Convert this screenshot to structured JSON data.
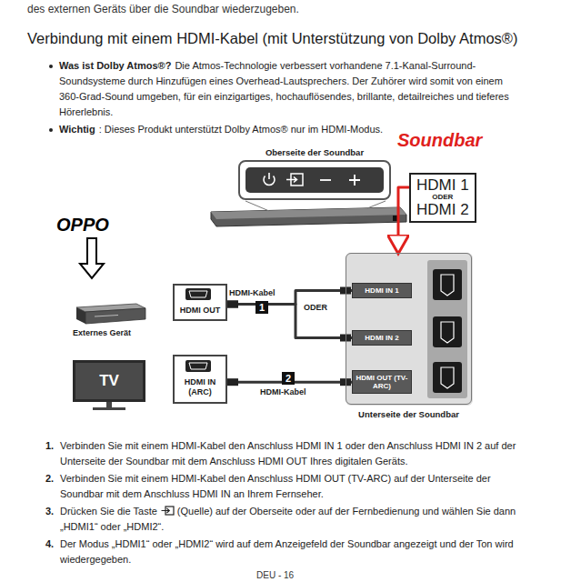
{
  "diagram": {
    "title": "Verbindung mit einem HDMI-Kabel (mit Unterstützung von Dolby Atmos®)",
    "nodes": [
      {
        "text": [
          "Oberseite der Soundbar"
        ]
      },
      {
        "text": [
          "HDMI 1",
          "ODER",
          "HDMI 2"
        ]
      },
      {
        "text": [
          "HDMI OUT"
        ]
      },
      {
        "text": [
          "Unterseite der Soundbar"
        ]
      },
      {
        "text": [
          "HDMI IN 1"
        ],
        "in": 3
      },
      {
        "text": [
          "HDMI IN 2"
        ],
        "in": 3
      },
      {
        "text": [
          "HDMI OUT (TV-ARC)"
        ],
        "in": 3
      },
      {
        "text": [
          "TV"
        ]
      },
      {
        "text": [
          "HDMI IN (ARC)"
        ]
      }
    ],
    "edges": [
      {
        "from": 2,
        "to": 4,
        "label": "HDMI-Kabel",
        "arrow": "none"
      },
      {
        "from": 2,
        "to": 5,
        "arrow": "none"
      },
      {
        "from": 8,
        "to": 6,
        "label": "HDMI-Kabel",
        "arrow": "none"
      },
      {
        "from": 1,
        "to": 3,
        "arrow": "to"
      }
    ],
    "labels": [
      "des externen Geräts über die Soundbar wiederzugeben.",
      "Was ist Dolby Atmos®?",
      "Die Atmos-Technologie verbessert vorhandene 7.1-Kanal-Surround-Soundsysteme durch Hinzufügen eines Overhead-Lautsprechers. Der Zuhörer wird somit von einem 360-Grad-Sound umgeben, für ein einzigartiges, hochauflösendes, brillante, detailreiches und tieferes Hörerlebnis.",
      "Wichtig",
      ": Dieses Produkt unterstützt Dolby Atmos® nur im HDMI-Modus.",
      "Soundbar",
      "OPPO",
      "Externes Gerät",
      "1",
      "ODER",
      "2",
      "1.",
      "Verbinden Sie mit einem HDMI-Kabel den Anschluss HDMI IN 1 oder den Anschluss HDMI IN 2 auf der Unterseite der Soundbar mit dem Anschluss HDMI OUT Ihres digitalen Geräts.",
      "2.",
      "Verbinden Sie mit einem HDMI-Kabel den Anschluss HDMI OUT (TV-ARC) auf der Unterseite der Soundbar mit dem Anschluss HDMI IN an Ihrem Fernseher.",
      "3.",
      "Drücken Sie die Taste",
      "(Quelle) auf der Oberseite oder auf der Fernbedienung und wählen Sie dann „HDMI1“ oder „HDMI2“.",
      "4.",
      "Der Modus „HDMI1“ oder „HDMI2“ wird auf dem Anzeigefeld der Soundbar angezeigt und der Ton wird wiedergegeben.",
      "DEU - 16"
    ]
  }
}
